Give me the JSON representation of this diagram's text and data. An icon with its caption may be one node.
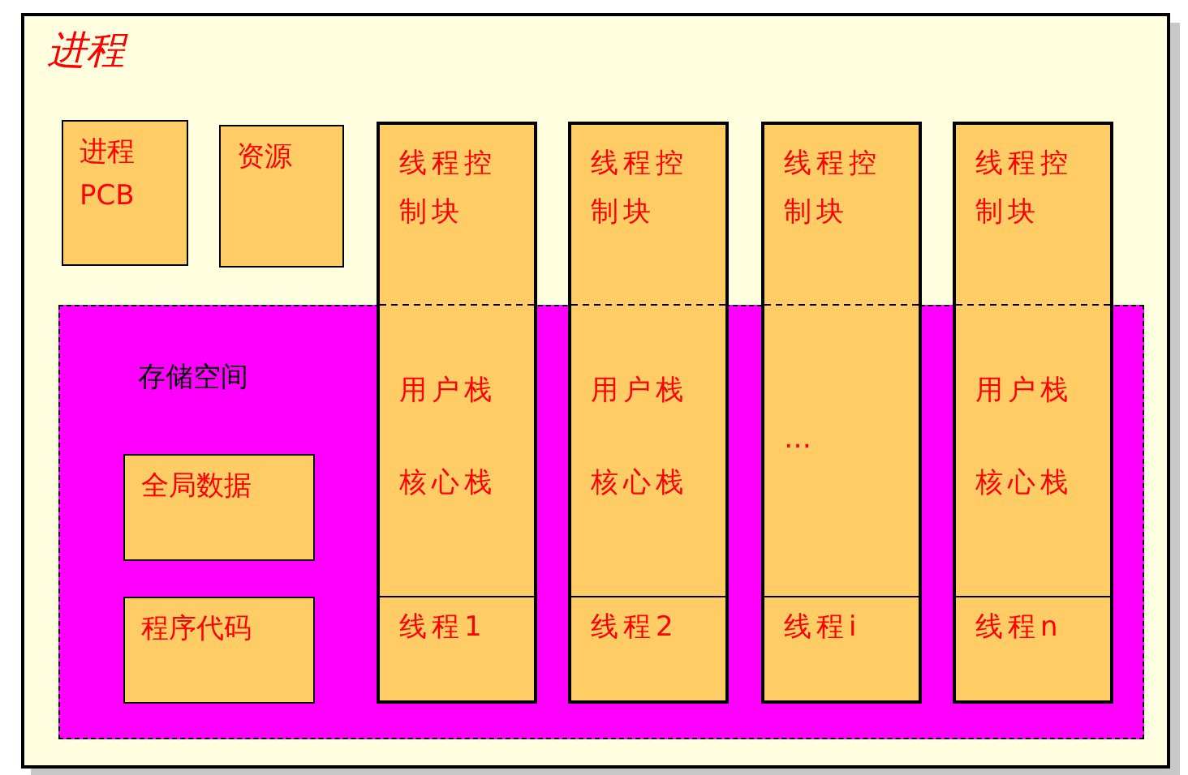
{
  "diagram": {
    "nodes": [
      {
        "text": [
          "进程"
        ]
      },
      {
        "text": [
          "进程 PCB"
        ],
        "in": 0
      },
      {
        "text": [
          "资源"
        ],
        "in": 0
      },
      {
        "text": [
          "存储空间"
        ],
        "in": 0
      },
      {
        "text": [
          "全局数据"
        ],
        "in": 3
      },
      {
        "text": [
          "程序代码"
        ],
        "in": 3
      },
      {
        "text": [
          "线程控制块",
          "用户栈",
          "核心栈",
          "线程1"
        ],
        "in": 0
      },
      {
        "text": [
          "线程控制块",
          "用户栈",
          "核心栈",
          "线程2"
        ],
        "in": 0
      },
      {
        "text": [
          "线程控制块",
          "…",
          "线程i"
        ],
        "in": 0
      },
      {
        "text": [
          "线程控制块",
          "用户栈",
          "核心栈",
          "线程n"
        ],
        "in": 0
      }
    ],
    "edges": []
  }
}
